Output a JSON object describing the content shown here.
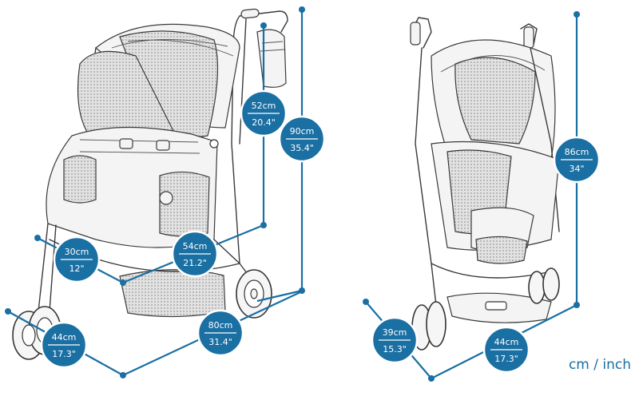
{
  "badges": {
    "open_height_handle": {
      "metric": "52cm",
      "imperial": "20.4\""
    },
    "open_total_height": {
      "metric": "90cm",
      "imperial": "35.4\""
    },
    "open_width": {
      "metric": "30cm",
      "imperial": "12\""
    },
    "open_seat_depth": {
      "metric": "54cm",
      "imperial": "21.2\""
    },
    "open_length": {
      "metric": "80cm",
      "imperial": "31.4\""
    },
    "open_wheelbase_width": {
      "metric": "44cm",
      "imperial": "17.3\""
    },
    "folded_height": {
      "metric": "86cm",
      "imperial": "34\""
    },
    "folded_depth": {
      "metric": "39cm",
      "imperial": "15.3\""
    },
    "folded_width": {
      "metric": "44cm",
      "imperial": "17.3\""
    }
  },
  "units_label": "cm / inch",
  "colors": {
    "accent": "#1a6fa3",
    "line_art": "#3a3a3a"
  }
}
